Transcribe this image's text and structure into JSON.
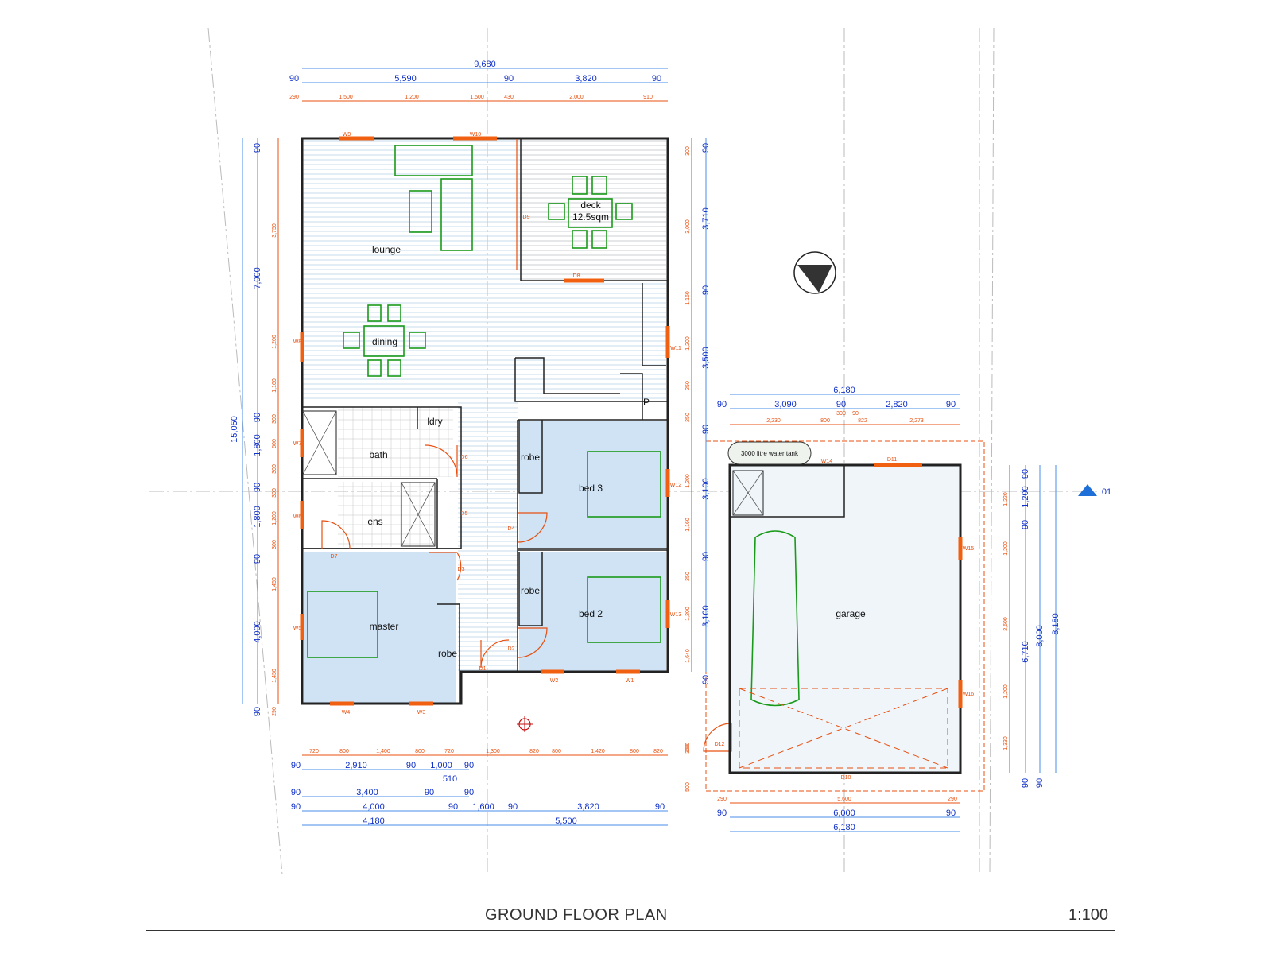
{
  "drawing": {
    "title": "GROUND FLOOR PLAN",
    "scale": "1:100"
  },
  "rooms": {
    "lounge": "lounge",
    "deck": "deck",
    "deck_area": "12.5sqm",
    "dining": "dining",
    "ldry": "ldry",
    "bath": "bath",
    "ens": "ens",
    "bed3": "bed 3",
    "bed2": "bed 2",
    "master": "master",
    "robe": "robe",
    "pantry": "P",
    "garage": "garage",
    "water_tank": "3000 litre water tank"
  },
  "grid_marker": "01",
  "dims_top": {
    "overall": "9,680",
    "w90a": "90",
    "w5590": "5,590",
    "w90b": "90",
    "w3820": "3,820",
    "w90c": "90",
    "o1": "290",
    "o2": "1,500",
    "o3": "1,200",
    "o4": "1,500",
    "o5": "430",
    "o6": "2,000",
    "o7": "910"
  },
  "dims_left": {
    "overall": "15,050",
    "v1": "90",
    "v2": "7,000",
    "v3": "90",
    "v4": "1,800",
    "v5": "90",
    "v6": "1,800",
    "v7": "90",
    "v8": "4,000",
    "v9": "90",
    "o1": "3,750",
    "o2": "1,200",
    "o3": "1,160",
    "o4": "300",
    "o5": "600",
    "o6": "300",
    "o7": "300",
    "o8": "1,200",
    "o9": "300",
    "o10": "1,450",
    "o11": "1,450",
    "o12": "290"
  },
  "dims_right": {
    "v1": "90",
    "v2": "3,710",
    "v3": "90",
    "v4": "3,500",
    "v5": "90",
    "v6": "3,100",
    "v7": "90",
    "v8": "3,100",
    "v9": "90",
    "o1": "300",
    "o2": "3,000",
    "o3": "1,160",
    "o4": "1,200",
    "o5": "250",
    "o6": "250",
    "o7": "1,200",
    "o8": "1,160",
    "o9": "250",
    "o10": "1,200",
    "o11": "1,640",
    "o12": "300"
  },
  "dims_bottom": {
    "row1": [
      "720",
      "800",
      "1,400",
      "800",
      "720",
      "1,300",
      "820",
      "800",
      "1,420",
      "800",
      "820"
    ],
    "r2_a": "90",
    "r2_b": "2,910",
    "r2_c": "90",
    "r2_d": "1,000",
    "r2_e": "90",
    "r2_f": "510",
    "r3_a": "90",
    "r3_b": "3,400",
    "r3_c": "90",
    "r3_d": "90",
    "r4_a": "90",
    "r4_b": "4,000",
    "r4_c": "90",
    "r4_d": "1,600",
    "r4_e": "90",
    "r4_f": "3,820",
    "r4_g": "90",
    "r5_a": "4,180",
    "r5_b": "5,500",
    "side": "500",
    "side2": "300"
  },
  "dims_garage_top": {
    "overall": "6,180",
    "a": "90",
    "b": "3,090",
    "c": "90",
    "d": "2,820",
    "e": "90",
    "o1": "2,230",
    "o2": "800",
    "o3": "300",
    "o4": "90",
    "o5": "822",
    "o6": "2,273"
  },
  "dims_garage_right": {
    "a": "90",
    "b": "1,200",
    "c": "90",
    "d": "6,710",
    "e": "8,000",
    "f": "8,180",
    "g": "90",
    "h": "90",
    "o1": "1,220",
    "o2": "1,200",
    "o3": "2,600",
    "o4": "1,200",
    "o5": "1,330"
  },
  "dims_garage_bottom": {
    "o1": "290",
    "o2": "5,600",
    "o3": "290",
    "a": "90",
    "b": "6,000",
    "c": "90",
    "overall": "6,180"
  },
  "tags": {
    "w9": "W9",
    "w10": "W10",
    "w8": "W8",
    "w7": "W7",
    "w6": "W6",
    "w5": "W5",
    "w4": "W4",
    "w3": "W3",
    "w2": "W2",
    "w1": "W1",
    "w11": "W11",
    "w12": "W12",
    "w13": "W13",
    "w14": "W14",
    "w15": "W15",
    "w16": "W16",
    "d1": "D1",
    "d2": "D2",
    "d3": "D3",
    "d4": "D4",
    "d5": "D5",
    "d6": "D6",
    "d7": "D7",
    "d8": "D8",
    "d9": "D9",
    "d10": "D10",
    "d11": "D11",
    "d12": "D12"
  },
  "colors": {
    "wall": "#222222",
    "dimension_blue": "#1030c8",
    "dimension_orange": "#e85010",
    "furniture_green": "#1a9a1a",
    "bedroom_fill": "#cfe3f5",
    "floor_hatch": "#b8d2ea"
  }
}
